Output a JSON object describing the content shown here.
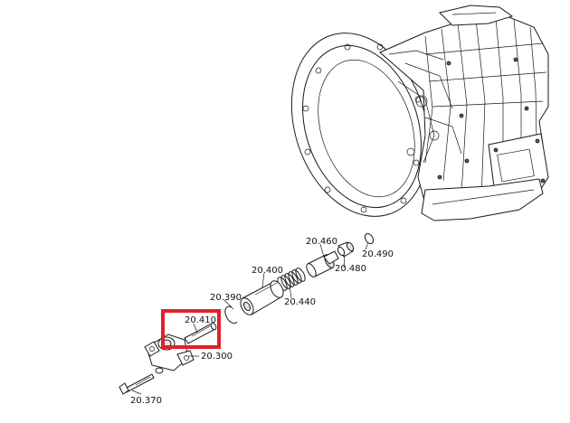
{
  "labels": {
    "p20_460": "20.460",
    "p20_490": "20.490",
    "p20_480": "20.480",
    "p20_400": "20.400",
    "p20_440": "20.440",
    "p20_390": "20.390",
    "p20_410": "20.410",
    "p20_300": "20.300",
    "p20_370": "20.370"
  },
  "colors": {
    "highlight": "#e0212b",
    "line": "#1a1a1a",
    "background": "#ffffff"
  },
  "highlighted_part": "20.410"
}
